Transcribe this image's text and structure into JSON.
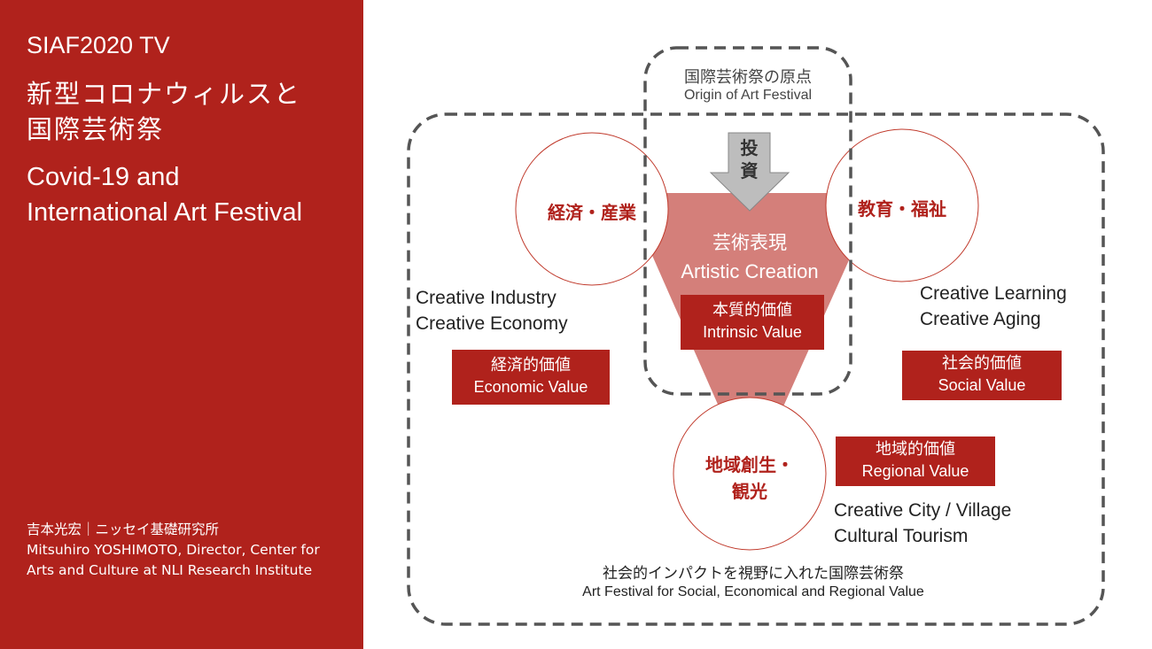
{
  "sidebar": {
    "title": "SIAF2020 TV",
    "title_jp_line1": "新型コロナウィルスと",
    "title_jp_line2": "国際芸術祭",
    "title_en_line1": "Covid-19 and",
    "title_en_line2": "International Art Festival",
    "credit_jp": "吉本光宏｜ニッセイ基礎研究所",
    "credit_en": "Mitsuhiro YOSHIMOTO, Director, Center for Arts and Culture at NLI Research Institute"
  },
  "diagram": {
    "origin_jp": "国際芸術祭の原点",
    "origin_en": "Origin of Art Festival",
    "arrow_label_1": "投",
    "arrow_label_2": "資",
    "center_jp": "芸術表現",
    "center_en": "Artistic Creation",
    "intrinsic_jp": "本質的価値",
    "intrinsic_en": "Intrinsic Value",
    "circle_left": "経済・産業",
    "circle_right": "教育・福祉",
    "circle_bottom_1": "地域創生・",
    "circle_bottom_2": "観光",
    "left_text_1": "Creative Industry",
    "left_text_2": "Creative Economy",
    "economic_jp": "経済的価値",
    "economic_en": "Economic Value",
    "right_text_1": "Creative Learning",
    "right_text_2": "Creative Aging",
    "social_jp": "社会的価値",
    "social_en": "Social Value",
    "regional_jp": "地域的価値",
    "regional_en": "Regional Value",
    "bottom_text_1": "Creative City /  Village",
    "bottom_text_2": "Cultural Tourism",
    "footer_jp": "社会的インパクトを視野に入れた国際芸術祭",
    "footer_en": "Art Festival for Social, Economical and Regional Value"
  },
  "colors": {
    "brand_red": "#b0221c",
    "triangle": "#d47f7a",
    "dash": "#555555"
  }
}
